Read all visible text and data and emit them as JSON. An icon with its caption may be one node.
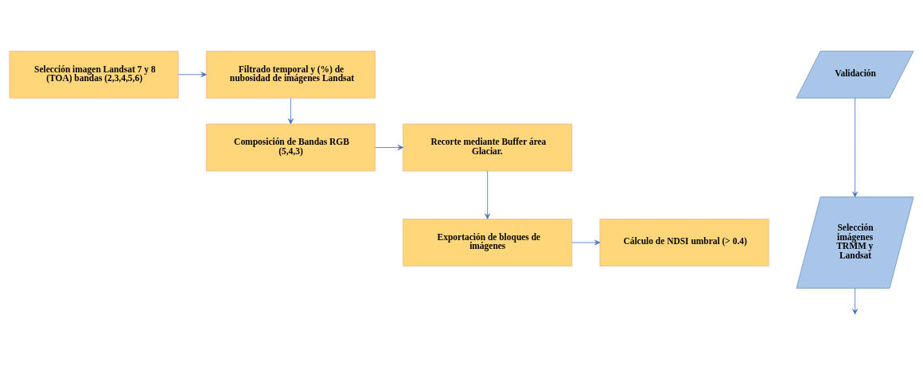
{
  "diagram": {
    "nodes": [
      {
        "text": [
          "Selección imagen Landsat 7 y 8 (TOA) bandas (2,3,4,5,6)"
        ]
      },
      {
        "text": [
          "Filtrado temporal y (%) de nubosidad de imágenes Landsat"
        ]
      },
      {
        "text": [
          "Validación"
        ]
      },
      {
        "text": [
          "Recorte mediante Buffer área Glaciar."
        ]
      },
      {
        "text": [
          "Composición de Bandas RGB (5,4,3)"
        ]
      },
      {
        "text": [
          "Selección imágenes TRMM y Landsat"
        ]
      },
      {
        "text": [
          "Exportación de bloques de imágenes"
        ]
      },
      {
        "text": [
          "Cálculo de NDSI umbral (> 0.4)"
        ]
      }
    ],
    "edges": [
      {
        "from": 0,
        "to": 1,
        "arrow": "to"
      },
      {
        "from": 1,
        "to": 4,
        "arrow": "to"
      },
      {
        "from": 4,
        "to": 3,
        "arrow": "to"
      },
      {
        "from": 3,
        "to": 6,
        "arrow": "to"
      },
      {
        "from": 6,
        "to": 7,
        "arrow": "to"
      },
      {
        "from": 2,
        "to": 5,
        "arrow": "to"
      },
      {
        "from": 5,
        "to": null,
        "arrow": "to"
      }
    ]
  }
}
